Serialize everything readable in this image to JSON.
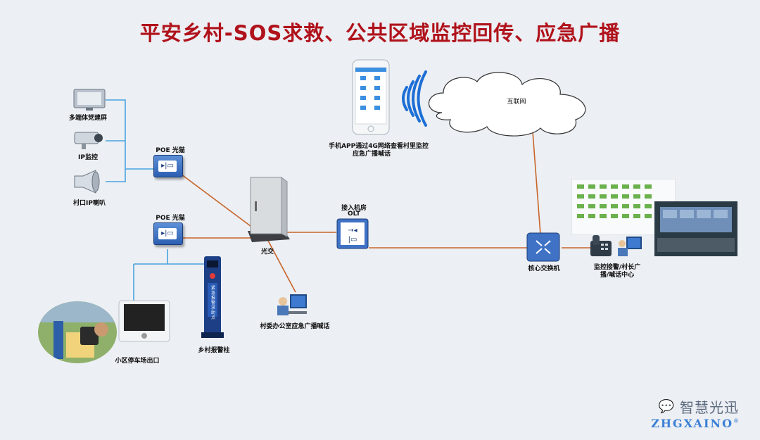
{
  "title": "平安乡村-SOS求救、公共区域监控回传、应急广播",
  "nodes": {
    "display": "多端体党建屏",
    "ip_camera": "IP监控",
    "speaker": "村口IP喇叭",
    "poe_top": "POE 光猫",
    "poe_mid": "POE 光猫",
    "cabinet": "光交",
    "olt_line1": "接入机房",
    "olt_line2": "OLT",
    "core_switch": "核心交换机",
    "internet": "互联网",
    "phone_app_line1": "手机APP通过4G网络查看村里监控",
    "phone_app_line2": "应急广播喊话",
    "monitor_center_line1": "监控接警/村长广",
    "monitor_center_line2": "播/喊话中心",
    "village_office": "村委办公室应急广播喊话",
    "sos_pole": "乡村报警柱",
    "sos_pole_text": "紧急报警求助点",
    "parking_exit": "小区停车场出口"
  },
  "colors": {
    "title": "#b0121b",
    "fiber_link": "#c8652a",
    "lan_link": "#4aa3e0",
    "wifi_signal": "#1d6fd6"
  },
  "watermark": {
    "cn": "智慧光迅",
    "en": "ZHGXAINO",
    "reg": "®"
  }
}
